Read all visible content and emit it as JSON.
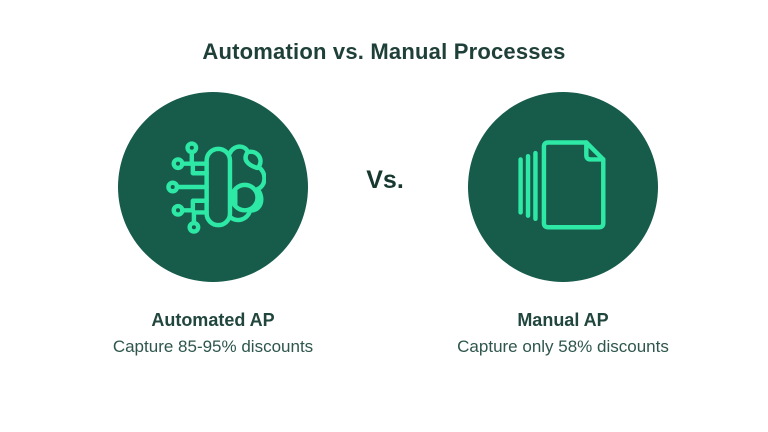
{
  "title": "Automation vs. Manual Processes",
  "vs_label": "Vs.",
  "left": {
    "icon": "ai-brain-icon",
    "heading": "Automated AP",
    "subtext": "Capture 85-95% discounts"
  },
  "right": {
    "icon": "document-stack-icon",
    "heading": "Manual AP",
    "subtext": "Capture only 58% discounts"
  },
  "colors": {
    "background": "#ffffff",
    "circle_fill": "#175B4B",
    "icon_stroke": "#2EE8A5",
    "title_color": "#1E4038",
    "vs_color": "#16382F",
    "heading_color": "#21463D",
    "body_color": "#2E564C"
  }
}
